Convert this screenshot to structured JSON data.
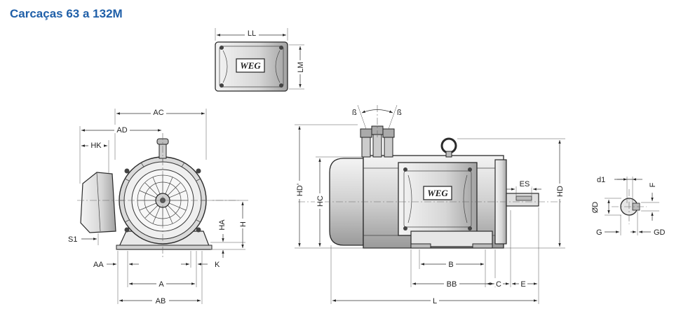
{
  "title": "Carcaças 63 a 132M",
  "logo_text": "WEG",
  "colors": {
    "title": "#1f5fa8",
    "line": "#2a2a2a",
    "shade": "#bdbdbd"
  },
  "labels": {
    "LL": "LL",
    "LM": "LM",
    "AC": "AC",
    "AD": "AD",
    "HK": "HK",
    "S1": "S1",
    "HA": "HA",
    "H": "H",
    "AA": "AA",
    "K": "K",
    "A": "A",
    "AB": "AB",
    "beta_left": "ß",
    "beta_right": "ß",
    "HDp": "HD’",
    "HC": "HC",
    "HD": "HD",
    "ES": "ES",
    "B": "B",
    "BB": "BB",
    "C": "C",
    "E": "E",
    "L": "L",
    "d1": "d1",
    "F": "F",
    "OD": "ØD",
    "G": "G",
    "GD": "GD"
  }
}
